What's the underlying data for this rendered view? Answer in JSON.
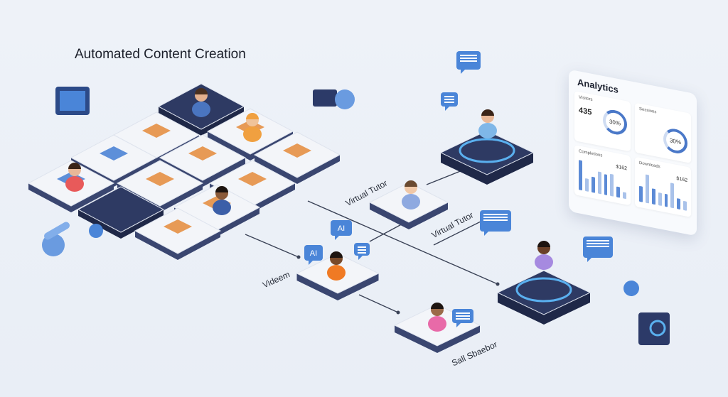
{
  "title": "Automated Content Creation",
  "labels": {
    "virtual_tutor_1": "Virtual Tutor",
    "virtual_tutor_2": "Virtual Tutor",
    "video": "Videem",
    "self_station": "Sall Sbaebor"
  },
  "bubbles": {
    "ai_1": "AI",
    "ai_2": "AI"
  },
  "analytics": {
    "title": "Analytics",
    "card1": {
      "title": "Visitors",
      "value": "435",
      "percent": "30%"
    },
    "card2": {
      "title": "Sessions",
      "percent": "30%"
    },
    "card3": {
      "title": "Completions",
      "value": "$162",
      "bars": [
        0.95,
        0.4,
        0.5,
        0.7,
        0.65,
        0.7,
        0.35,
        0.2
      ]
    },
    "card4": {
      "title": "Downloads",
      "value": "$162",
      "bars": [
        0.5,
        0.9,
        0.5,
        0.4,
        0.4,
        0.8,
        0.35,
        0.3
      ]
    }
  },
  "colors": {
    "accent": "#4a85d8",
    "dark_tile": "#2e3a63",
    "tile_top": "#f3f5f9",
    "background": "#eef2f8"
  }
}
